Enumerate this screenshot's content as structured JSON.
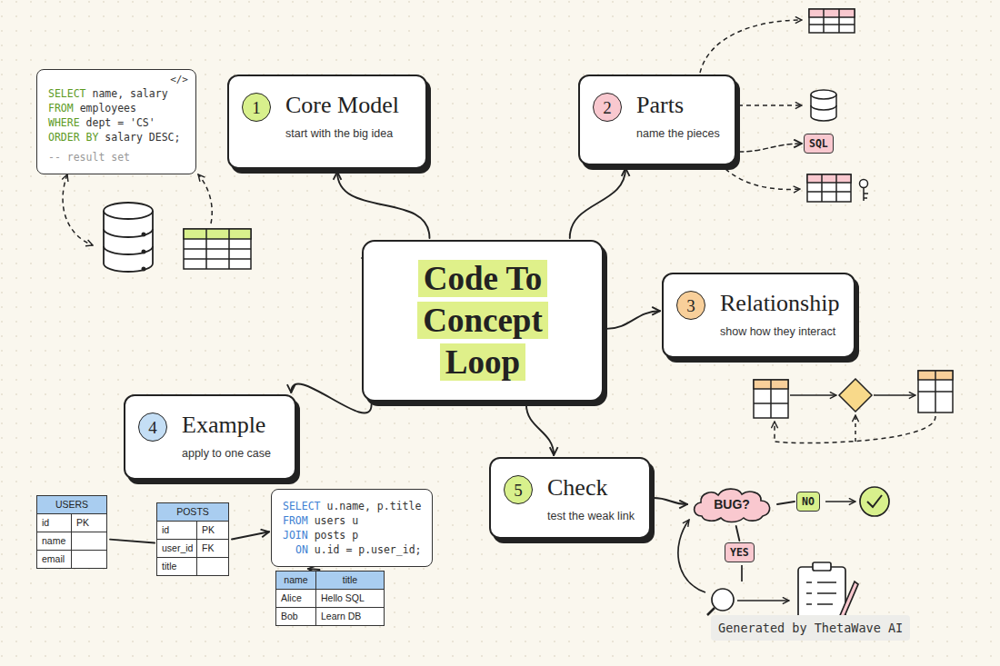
{
  "diagram": {
    "nodes": [
      {
        "text": [
          "Code To Concept Loop"
        ]
      },
      {
        "text": [
          "Core Model",
          "start with the big idea"
        ]
      },
      {
        "text": [
          "1"
        ],
        "in": 1
      },
      {
        "text": [
          "Parts",
          "name the pieces"
        ]
      },
      {
        "text": [
          "2"
        ],
        "in": 3
      },
      {
        "text": [
          "Relationship",
          "show how they interact"
        ]
      },
      {
        "text": [
          "3"
        ],
        "in": 5
      },
      {
        "text": [
          "Example",
          "apply to one case"
        ]
      },
      {
        "text": [
          "4"
        ],
        "in": 7
      },
      {
        "text": [
          "Check",
          "test the weak link"
        ]
      },
      {
        "text": [
          "5"
        ],
        "in": 9
      },
      {
        "text": [
          "</>",
          "SELECT name, salary",
          "FROM employees",
          "WHERE dept = 'CS'",
          "ORDER BY salary DESC;",
          "-- result set"
        ]
      },
      {
        "text": [
          "SQL"
        ]
      },
      {
        "text": [
          "USERS",
          "id",
          "PK",
          "name",
          "email"
        ]
      },
      {
        "text": [
          "POSTS",
          "id",
          "PK",
          "user_id",
          "FK",
          "title"
        ]
      },
      {
        "text": [
          "SELECT u.name, p.title",
          "FROM users u",
          "JOIN posts p",
          "ON u.id = p.user_id;"
        ]
      },
      {
        "text": [
          "name",
          "title",
          "Alice",
          "Hello SQL",
          "Bob",
          "Learn DB"
        ]
      },
      {
        "text": [
          "BUG?"
        ]
      },
      {
        "text": [
          "NO"
        ]
      },
      {
        "text": [
          "YES"
        ]
      }
    ],
    "edges": [
      {
        "from": 0,
        "to": 1,
        "arrow": "to"
      },
      {
        "from": 0,
        "to": 3,
        "arrow": "to"
      },
      {
        "from": 0,
        "to": 5,
        "arrow": "to"
      },
      {
        "from": 0,
        "to": 7,
        "arrow": "to"
      },
      {
        "from": 0,
        "to": 9,
        "arrow": "to"
      },
      {
        "from": 3,
        "to": 12,
        "arrow": "to"
      },
      {
        "from": 13,
        "to": 14,
        "arrow": "none"
      },
      {
        "from": 14,
        "to": 15,
        "arrow": "to"
      },
      {
        "from": 15,
        "to": 16,
        "arrow": "to"
      },
      {
        "from": 9,
        "to": 17,
        "arrow": "to"
      },
      {
        "from": 17,
        "to": 18,
        "arrow": "none"
      },
      {
        "from": 17,
        "to": 19,
        "arrow": "none"
      }
    ],
    "labels": [
      "Generated by ThetaWave AI"
    ]
  }
}
